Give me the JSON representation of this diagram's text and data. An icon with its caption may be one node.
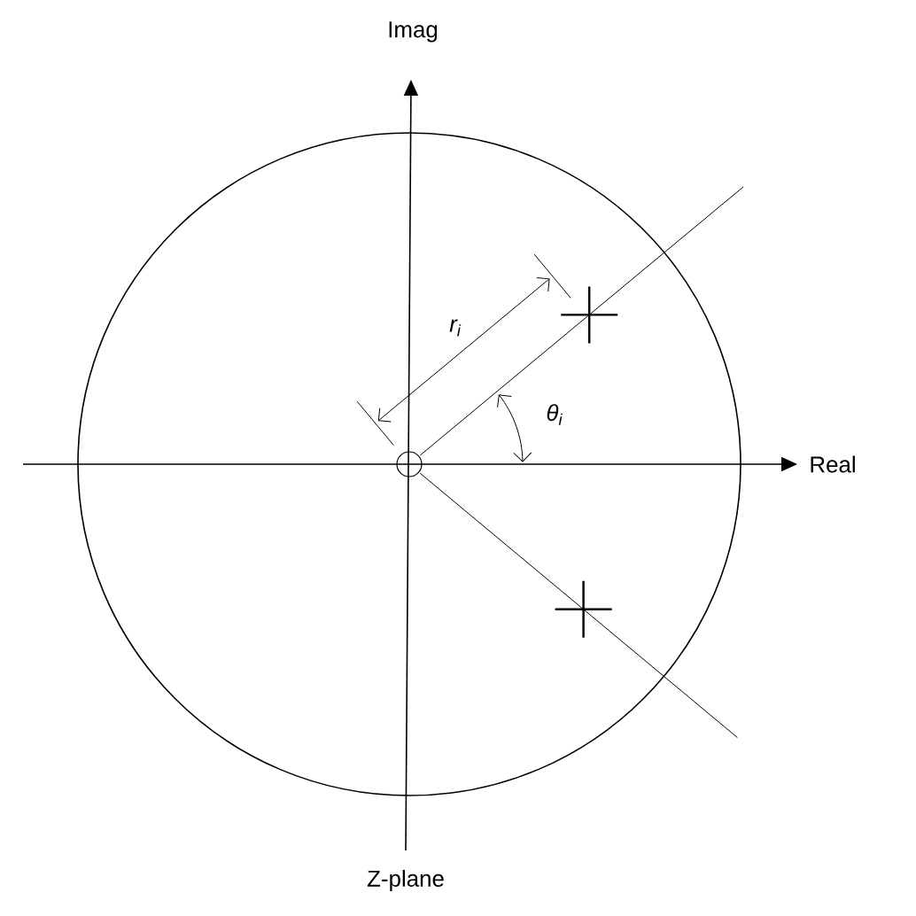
{
  "diagram": {
    "caption": "Z-plane",
    "labels": [
      "Imag",
      "Real",
      "r$_{i}$",
      "θ$_{i}$"
    ]
  }
}
